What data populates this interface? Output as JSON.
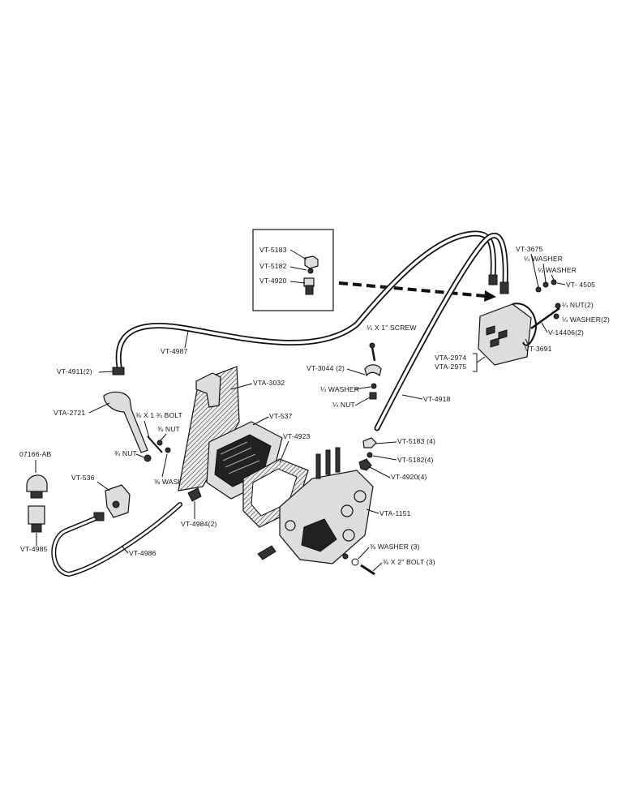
{
  "diagram": {
    "labels": {
      "vt5183_inset": "VT-5183",
      "vt5182_inset": "VT-5182",
      "vt4920_inset": "VT-4920",
      "vt3675": "VT-3675",
      "washer_a": "¼ WASHER",
      "washer_b": "¼ WASHER",
      "vt4505": "VT- 4505",
      "nut2": "¼ NUT(2)",
      "washer2": "¼ WASHER(2)",
      "v14406": "V-14406(2)",
      "vt3691": "VT-3691",
      "vta2974": "VTA-2974",
      "vta2975": "VTA-2975",
      "vt4987": "VT-4987",
      "screw": "¼ X 1\" SCREW",
      "vt4911": "VT-4911(2)",
      "vt3044": "VT-3044 (2)",
      "vta3032": "VTA-3032",
      "washer_c": "¼ WASHER",
      "nut_c": "¼ NUT",
      "vt4918": "VT-4918",
      "vta2721": "VTA-2721",
      "bolt": "⅜ X 1 ¾ BOLT",
      "nut_d": "⅜ NUT",
      "vt537": "VT-537",
      "nut_e": "¾ NUT",
      "washer_e": "⅜ WASHER",
      "vt4923": "VT-4923",
      "vt5183_4": "VT-5183 (4)",
      "vt5182_4": "VT-5182(4)",
      "vt4920_4": "VT-4920(4)",
      "o7166": "07166-AB",
      "vt536": "VT-536",
      "vta1151": "VTA-1151",
      "vt4984": "VT-4984(2)",
      "vt4985": "VT-4985",
      "vt4986": "VT-4986",
      "washer3": "⅜ WASHER (3)",
      "bolt3": "⅜ X 2\" BOLT (3)"
    }
  }
}
